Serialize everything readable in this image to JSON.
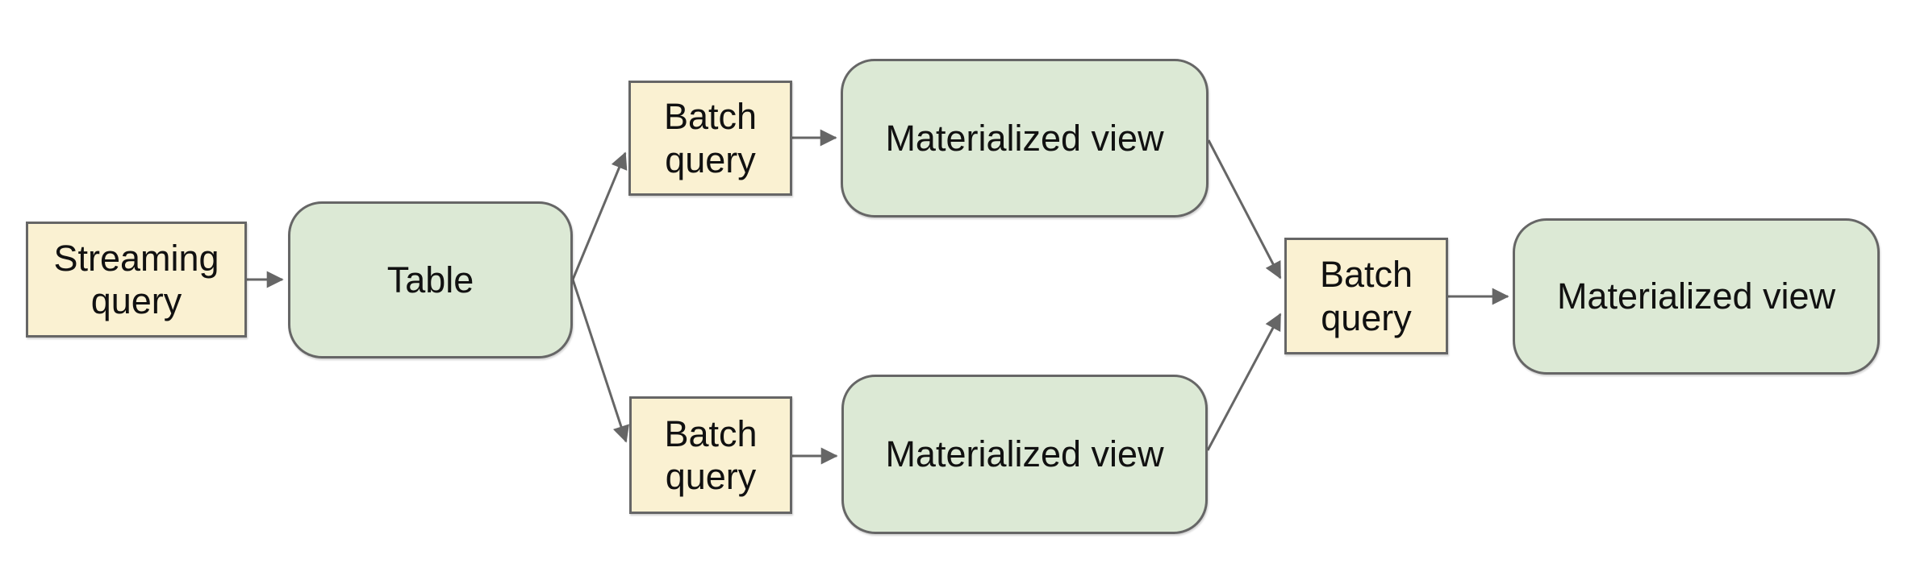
{
  "colors": {
    "yellow_fill": "#FAF1D2",
    "green_fill": "#DCE9D5",
    "node_border": "#666666",
    "arrow": "#666666",
    "text": "#111111",
    "canvas_bg": "#ffffff"
  },
  "diagram": {
    "type": "flow-diagram",
    "nodes": [
      {
        "id": "streaming-query",
        "label": "Streaming query",
        "shape": "rectangle",
        "fill": "yellow"
      },
      {
        "id": "table",
        "label": "Table",
        "shape": "rounded",
        "fill": "green"
      },
      {
        "id": "batch-query-top",
        "label": "Batch query",
        "shape": "rectangle",
        "fill": "yellow"
      },
      {
        "id": "materialized-view-top",
        "label": "Materialized view",
        "shape": "rounded",
        "fill": "green"
      },
      {
        "id": "batch-query-bottom",
        "label": "Batch query",
        "shape": "rectangle",
        "fill": "yellow"
      },
      {
        "id": "materialized-view-bottom",
        "label": "Materialized view",
        "shape": "rounded",
        "fill": "green"
      },
      {
        "id": "batch-query-center",
        "label": "Batch query",
        "shape": "rectangle",
        "fill": "yellow"
      },
      {
        "id": "materialized-view-right",
        "label": "Materialized view",
        "shape": "rounded",
        "fill": "green"
      }
    ],
    "edges": [
      {
        "from": "streaming-query",
        "to": "table"
      },
      {
        "from": "table",
        "to": "batch-query-top"
      },
      {
        "from": "batch-query-top",
        "to": "materialized-view-top"
      },
      {
        "from": "table",
        "to": "batch-query-bottom"
      },
      {
        "from": "batch-query-bottom",
        "to": "materialized-view-bottom"
      },
      {
        "from": "materialized-view-top",
        "to": "batch-query-center"
      },
      {
        "from": "materialized-view-bottom",
        "to": "batch-query-center"
      },
      {
        "from": "batch-query-center",
        "to": "materialized-view-right"
      }
    ]
  }
}
